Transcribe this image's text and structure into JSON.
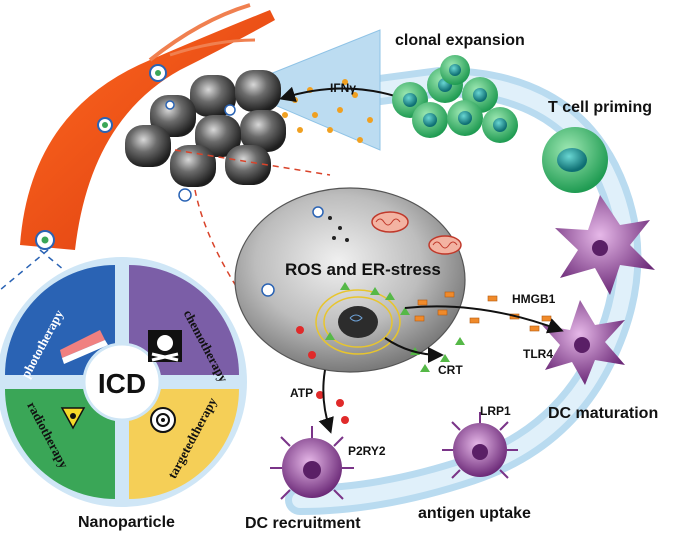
{
  "labels": {
    "clonal_expansion": "clonal expansion",
    "t_cell_priming": "T cell priming",
    "ifn": "IFNγ",
    "ros_er": "ROS and ER-stress",
    "hmgb1": "HMGB1",
    "tlr4": "TLR4",
    "crt": "CRT",
    "atp": "ATP",
    "p2ry2": "P2RY2",
    "lrp1": "LRP1",
    "dc_maturation": "DC maturation",
    "dc_recruitment": "DC recruitment",
    "antigen_uptake": "antigen uptake",
    "nanoparticle": "Nanoparticle"
  },
  "icd_wheel": {
    "center": "ICD",
    "quadrants": [
      {
        "label": "phototherapy",
        "color": "#2a63b4",
        "icon": "light-beam-icon"
      },
      {
        "label": "chemotherapy",
        "color": "#7b5ea7",
        "icon": "skull-crossbones-icon"
      },
      {
        "label": "radiotherapy",
        "color": "#3aa657",
        "icon": "radiation-icon"
      },
      {
        "label": "targetedtherapy",
        "color": "#f5cf57",
        "icon": "target-icon"
      }
    ]
  }
}
